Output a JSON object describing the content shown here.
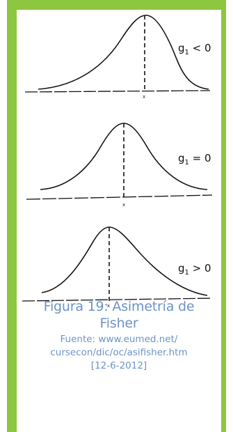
{
  "panels": [
    {
      "id": "negative",
      "label_main": "g",
      "label_sub": "1",
      "label_rel": " < 0",
      "tick": "x"
    },
    {
      "id": "zero",
      "label_main": "g",
      "label_sub": "1",
      "label_rel": " = 0",
      "tick": "x"
    },
    {
      "id": "positive",
      "label_main": "g",
      "label_sub": "1",
      "label_rel": " > 0",
      "tick": "x"
    }
  ],
  "caption": {
    "title_line1": "Figura 19: Asimetría de",
    "title_line2": "Fisher",
    "source_line1": "Fuente: www.eumed.net/",
    "source_line2": "cursecon/dic/oc/asifisher.htm",
    "source_line3": "[12-6-2012]"
  },
  "colors": {
    "border": "#8dc63f",
    "caption_text": "#6b93c6",
    "line": "#111111"
  }
}
